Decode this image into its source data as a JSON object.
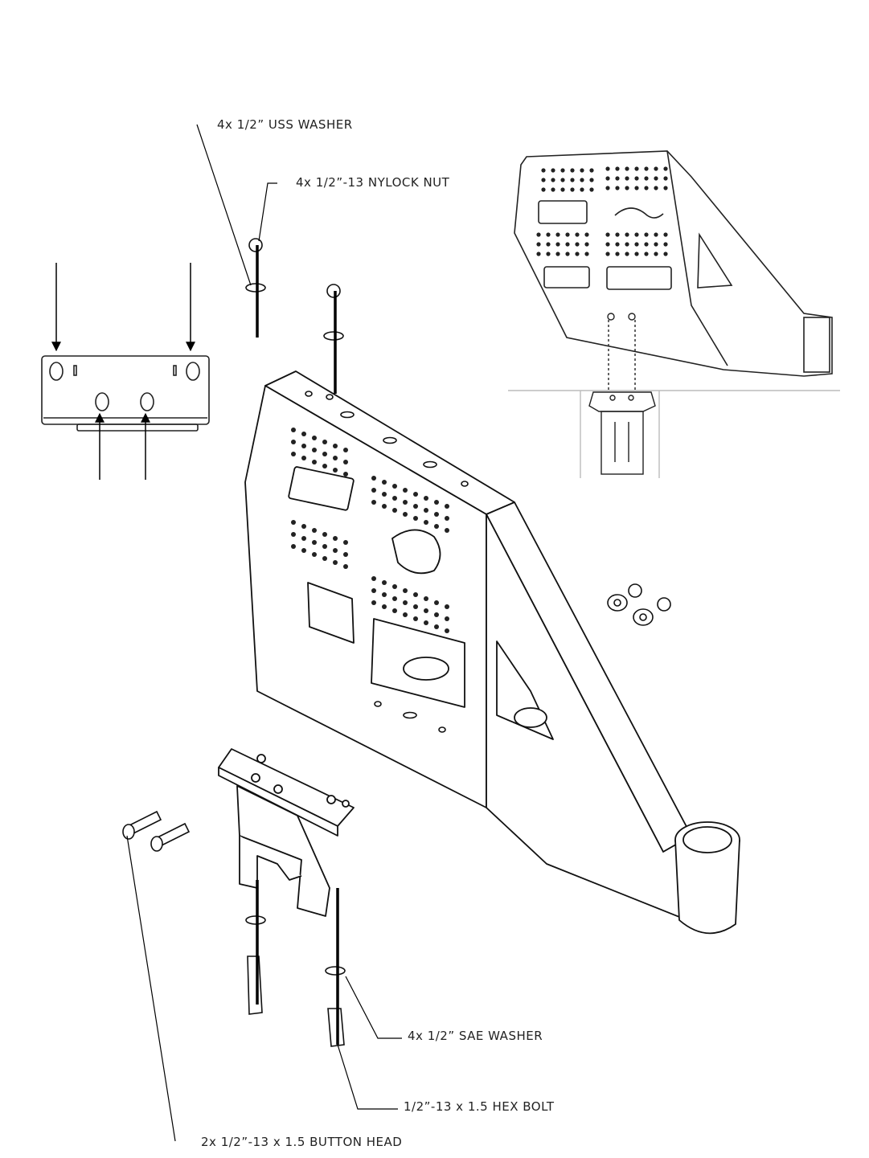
{
  "callouts": {
    "uss_washer": "4x 1/2” USS WASHER",
    "nylock_nut": "4x 1/2”-13 NYLOCK NUT",
    "sae_washer": "4x 1/2” SAE WASHER",
    "hex_bolt": "1/2”-13  x 1.5 HEX BOLT",
    "button_head": "2x 1/2”-13  x 1.5 BUTTON HEAD"
  },
  "colors": {
    "line": "#111111",
    "leader": "#000000",
    "background": "#ffffff"
  }
}
